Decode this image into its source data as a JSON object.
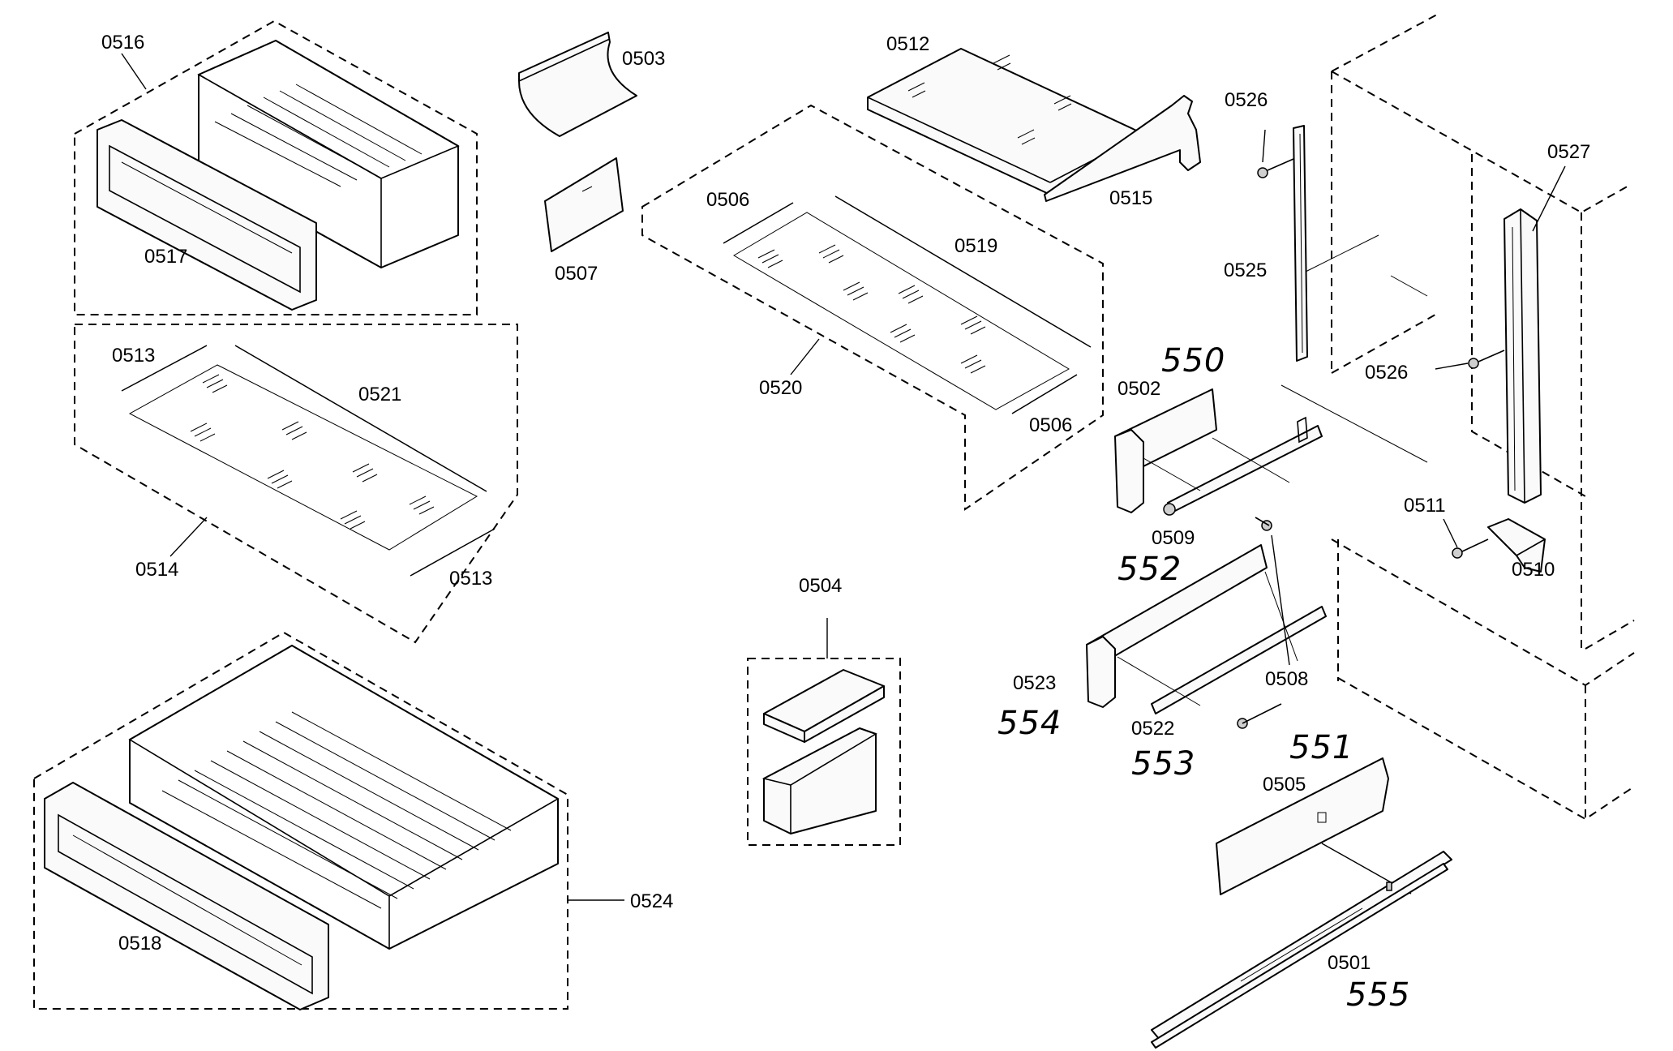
{
  "part_labels": [
    {
      "id": "p0516",
      "text": "0516"
    },
    {
      "id": "p0517",
      "text": "0517"
    },
    {
      "id": "p0503",
      "text": "0503"
    },
    {
      "id": "p0507",
      "text": "0507"
    },
    {
      "id": "p0512",
      "text": "0512"
    },
    {
      "id": "p0515",
      "text": "0515"
    },
    {
      "id": "p0506a",
      "text": "0506"
    },
    {
      "id": "p0519",
      "text": "0519"
    },
    {
      "id": "p0520",
      "text": "0520"
    },
    {
      "id": "p0506b",
      "text": "0506"
    },
    {
      "id": "p0526a",
      "text": "0526"
    },
    {
      "id": "p0525",
      "text": "0525"
    },
    {
      "id": "p0527",
      "text": "0527"
    },
    {
      "id": "p0526b",
      "text": "0526"
    },
    {
      "id": "p0513a",
      "text": "0513"
    },
    {
      "id": "p0521",
      "text": "0521"
    },
    {
      "id": "p0514",
      "text": "0514"
    },
    {
      "id": "p0513b",
      "text": "0513"
    },
    {
      "id": "p0502",
      "text": "0502"
    },
    {
      "id": "p0509",
      "text": "0509"
    },
    {
      "id": "p0511",
      "text": "0511"
    },
    {
      "id": "p0510",
      "text": "0510"
    },
    {
      "id": "p0504",
      "text": "0504"
    },
    {
      "id": "p0523",
      "text": "0523"
    },
    {
      "id": "p0508",
      "text": "0508"
    },
    {
      "id": "p0522",
      "text": "0522"
    },
    {
      "id": "p0505",
      "text": "0505"
    },
    {
      "id": "p0524",
      "text": "0524"
    },
    {
      "id": "p0518",
      "text": "0518"
    },
    {
      "id": "p0501",
      "text": "0501"
    }
  ],
  "handwritten_labels": [
    {
      "id": "h550",
      "text": "550"
    },
    {
      "id": "h552",
      "text": "552"
    },
    {
      "id": "h554",
      "text": "554"
    },
    {
      "id": "h553",
      "text": "553"
    },
    {
      "id": "h551",
      "text": "551"
    },
    {
      "id": "h555",
      "text": "555"
    }
  ]
}
